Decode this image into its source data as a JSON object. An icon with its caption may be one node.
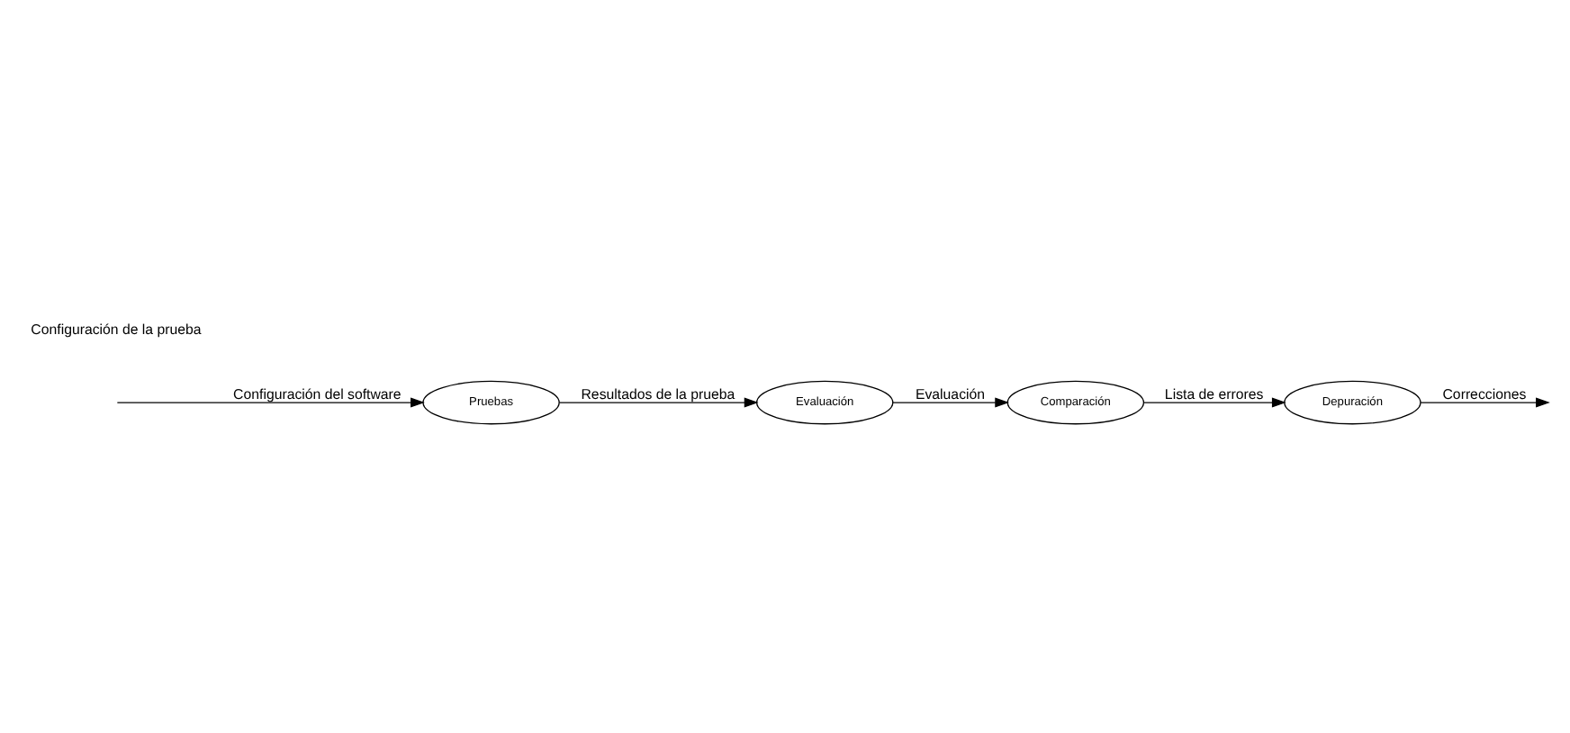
{
  "diagram": {
    "nodes": [
      {
        "text": [
          "Pruebas"
        ]
      },
      {
        "text": [
          "Evaluación"
        ]
      },
      {
        "text": [
          "Comparación"
        ]
      },
      {
        "text": [
          "Depuración"
        ]
      }
    ],
    "edges": [
      {
        "from": null,
        "to": 0,
        "arrow": "to",
        "label": "Configuración del software"
      },
      {
        "from": 0,
        "to": 1,
        "arrow": "to",
        "label": "Resultados de la prueba"
      },
      {
        "from": 1,
        "to": 2,
        "arrow": "to",
        "label": "Evaluación"
      },
      {
        "from": 2,
        "to": 3,
        "arrow": "to",
        "label": "Lista de errores"
      },
      {
        "from": 3,
        "to": null,
        "arrow": "to",
        "label": "Correcciones"
      }
    ],
    "labels": [
      "Configuración de la prueba"
    ]
  }
}
